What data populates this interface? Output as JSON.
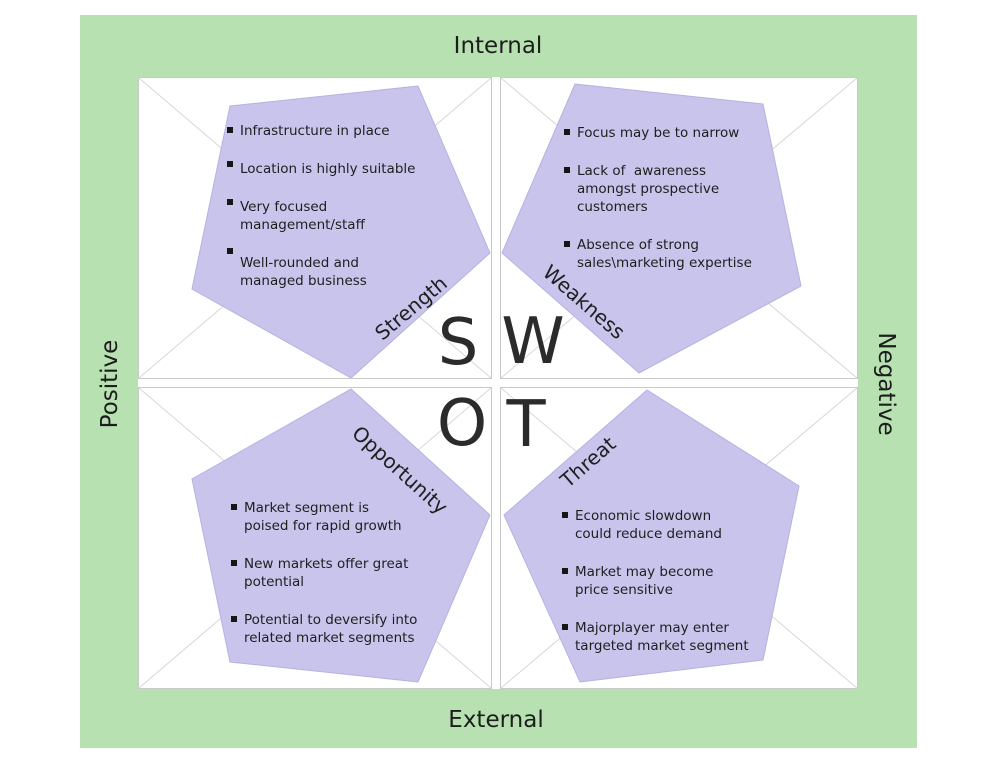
{
  "axes": {
    "top": "Internal",
    "bottom": "External",
    "left": "Positive",
    "right": "Negative"
  },
  "center_letters": {
    "s": "S",
    "w": "W",
    "o": "O",
    "t": "T"
  },
  "colors": {
    "frame_green": "#b8e1b2",
    "pentagon_fill": "#c8c4ec",
    "pentagon_border": "#b6b1e2",
    "quadrant_border": "#c9c9c9",
    "diagonal_line": "#d6d6d6",
    "text": "#1e1e1e"
  },
  "quadrants": {
    "strength": {
      "label": "Strength",
      "items": [
        {
          "lines": [
            "Infrastructure in place"
          ]
        },
        {
          "lines": [
            "Location is highly suitable"
          ]
        },
        {
          "lines": [
            "Very focused",
            "management/staff"
          ]
        },
        {
          "lines": [
            "Well-rounded and",
            "managed business"
          ]
        }
      ]
    },
    "weakness": {
      "label": "Weakness",
      "items": [
        {
          "lines": [
            "Focus may be to narrow"
          ]
        },
        {
          "lines": [
            "Lack of  awareness",
            "amongst prospective",
            "customers"
          ]
        },
        {
          "lines": [
            "Absence of strong",
            "sales\\marketing expertise"
          ]
        }
      ]
    },
    "opportunity": {
      "label": "Opportunity",
      "items": [
        {
          "lines": [
            "Market segment is",
            "poised for rapid growth"
          ]
        },
        {
          "lines": [
            "New markets offer great",
            "potential"
          ]
        },
        {
          "lines": [
            "Potential to deversify into",
            "related market segments"
          ]
        }
      ]
    },
    "threat": {
      "label": "Threat",
      "items": [
        {
          "lines": [
            "Economic slowdown",
            "could reduce demand"
          ]
        },
        {
          "lines": [
            "Market may become",
            "price sensitive"
          ]
        },
        {
          "lines": [
            "Majorplayer may enter",
            "targeted market segment"
          ]
        }
      ]
    }
  }
}
